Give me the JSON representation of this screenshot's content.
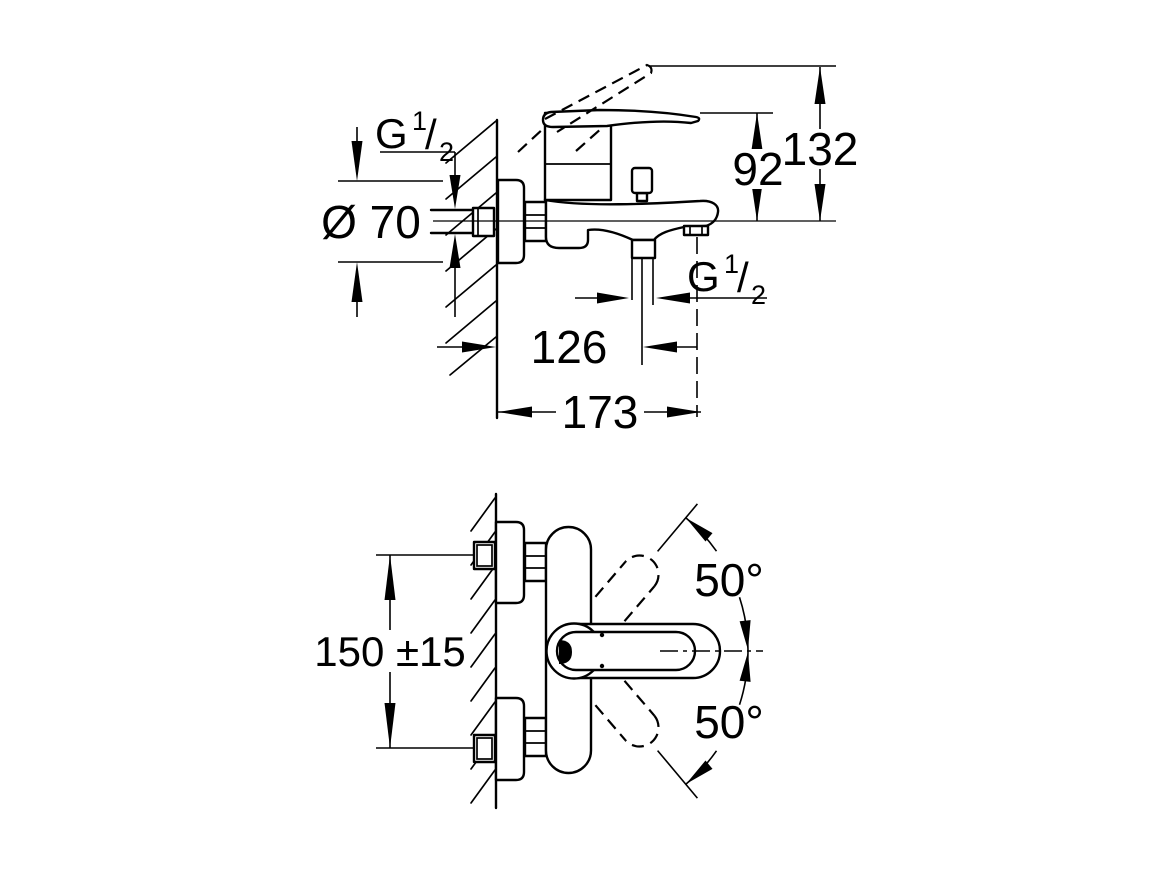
{
  "top_view": {
    "g_wall": {
      "prefix": "G",
      "numerator": "1",
      "slash": "/",
      "denominator": "2"
    },
    "g_shower": {
      "prefix": "G",
      "numerator": "1",
      "slash": "/",
      "denominator": "2"
    },
    "dia": "Ø 70",
    "d92": "92",
    "d132": "132",
    "d126": "126",
    "d173": "173"
  },
  "front_view": {
    "d150": "150 ±15",
    "angle_top": "50°",
    "angle_bottom": "50°"
  },
  "colors": {
    "line": "#000000",
    "background": "#ffffff"
  }
}
